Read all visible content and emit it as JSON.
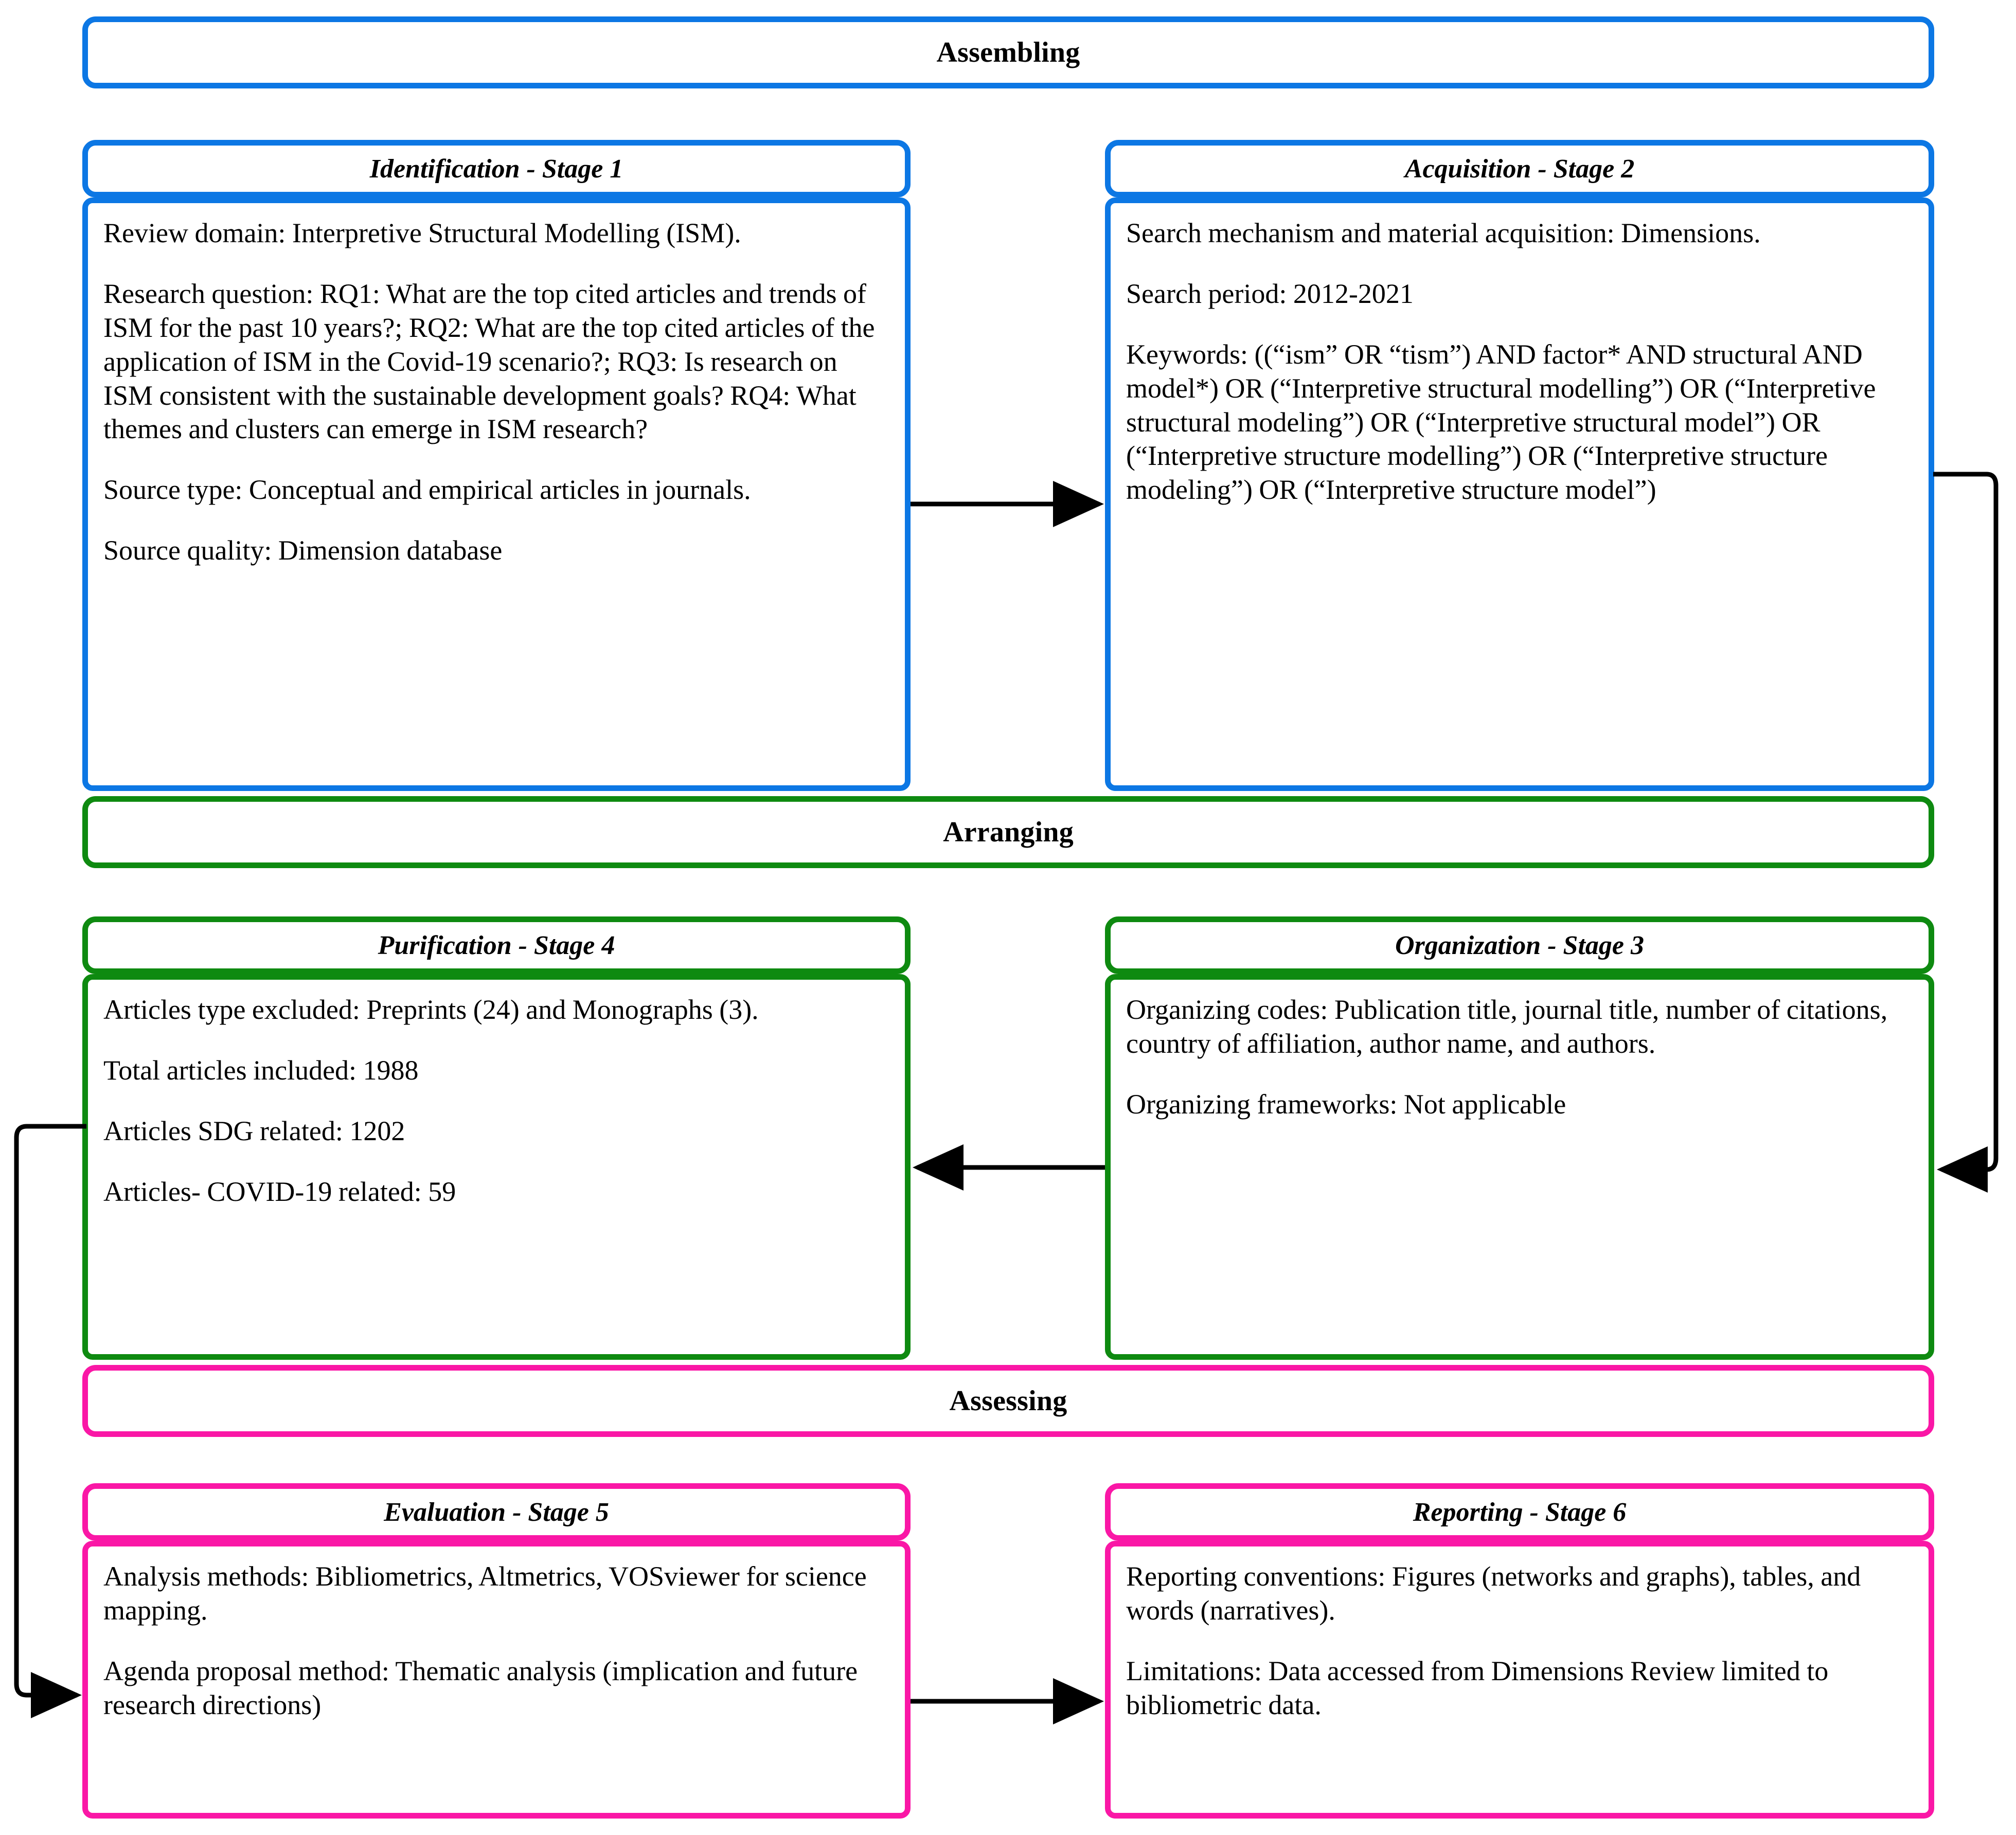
{
  "figure": {
    "type": "flow-diagram",
    "title": "SPAR-4-SLR protocol flow for an Interpretive Structural Modelling bibliometric review",
    "colors": {
      "assembling": "#0C77E4",
      "arranging": "#0E8A10",
      "assessing": "#FA17A6",
      "connector": "#000000",
      "text": "#000000",
      "background": "#FFFFFF"
    }
  },
  "sections": [
    {
      "id": "assembling",
      "band_label": "Assembling",
      "color": "#0C77E4",
      "stages": [
        {
          "id": "stage-1",
          "heading": "Identification - Stage 1",
          "paragraphs": [
            "Review domain: Interpretive Structural Modelling (ISM).",
            "Research question: RQ1: What are the top cited articles and trends of ISM for the past 10 years?; RQ2: What are the top cited articles of the application of ISM in the Covid-19 scenario?; RQ3: Is research on ISM consistent with the sustainable development goals? RQ4: What themes and clusters can emerge in ISM research?",
            "Source type: Conceptual and empirical articles in journals.",
            "Source quality: Dimension database"
          ]
        },
        {
          "id": "stage-2",
          "heading": "Acquisition - Stage 2",
          "paragraphs": [
            "Search mechanism and material acquisition: Dimensions.",
            "Search period: 2012-2021",
            "Keywords: ((“ism” OR “tism”) AND factor* AND structural AND model*) OR (“Interpretive structural modelling”) OR (“Interpretive structural modeling”) OR (“Interpretive structural model”) OR (“Interpretive structure modelling”) OR (“Interpretive structure modeling”) OR (“Interpretive structure model”)"
          ]
        }
      ]
    },
    {
      "id": "arranging",
      "band_label": "Arranging",
      "color": "#0E8A10",
      "stages": [
        {
          "id": "stage-4",
          "heading": "Purification - Stage 4",
          "paragraphs": [
            "Articles type excluded: Preprints (24) and Monographs (3).",
            "Total articles included: 1988",
            "Articles SDG related: 1202",
            "Articles- COVID-19 related: 59"
          ]
        },
        {
          "id": "stage-3",
          "heading": "Organization - Stage 3",
          "paragraphs": [
            "Organizing codes: Publication title, journal title, number of citations, country of affiliation, author name, and authors.",
            "Organizing frameworks: Not applicable"
          ]
        }
      ]
    },
    {
      "id": "assessing",
      "band_label": "Assessing",
      "color": "#FA17A6",
      "stages": [
        {
          "id": "stage-5",
          "heading": "Evaluation - Stage 5",
          "paragraphs": [
            "Analysis methods: Bibliometrics, Altmetrics, VOSviewer for science mapping.",
            "Agenda proposal method: Thematic analysis (implication and future research directions)"
          ]
        },
        {
          "id": "stage-6",
          "heading": "Reporting - Stage 6",
          "paragraphs": [
            "Reporting conventions: Figures (networks and graphs), tables, and words (narratives).",
            "Limitations: Data accessed from Dimensions Review limited to bibliometric data."
          ]
        }
      ]
    }
  ],
  "connectors": [
    {
      "id": "conn-stage1-to-stage2",
      "from": "stage-1",
      "to": "stage-2",
      "direction": "right",
      "shape": "straight"
    },
    {
      "id": "conn-stage2-to-stage3",
      "from": "stage-2",
      "to": "stage-3",
      "direction": "down",
      "shape": "right-wrap"
    },
    {
      "id": "conn-stage3-to-stage4",
      "from": "stage-3",
      "to": "stage-4",
      "direction": "left",
      "shape": "straight"
    },
    {
      "id": "conn-stage4-to-stage5",
      "from": "stage-4",
      "to": "stage-5",
      "direction": "down",
      "shape": "left-wrap"
    },
    {
      "id": "conn-stage5-to-stage6",
      "from": "stage-5",
      "to": "stage-6",
      "direction": "right",
      "shape": "straight"
    }
  ]
}
